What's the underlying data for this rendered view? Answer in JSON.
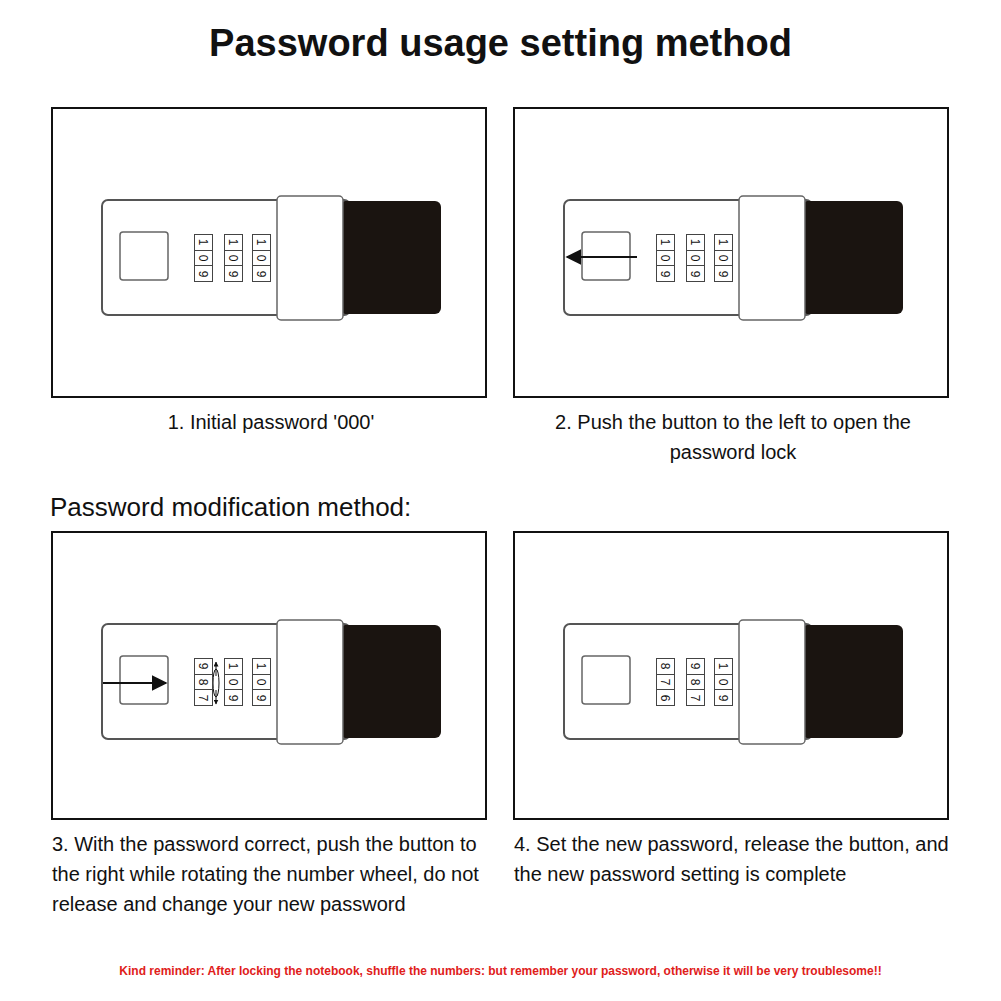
{
  "diagram": {
    "title": "Password usage setting method",
    "nodes": [
      {
        "text": [
          "1. Initial password '000'"
        ]
      },
      {
        "text": [
          "1",
          "0",
          "9"
        ],
        "in": 0
      },
      {
        "text": [
          "1",
          "0",
          "9"
        ],
        "in": 0
      },
      {
        "text": [
          "1",
          "0",
          "9"
        ],
        "in": 0
      },
      {
        "text": [
          "2. Push the button to the left to open the password lock"
        ]
      },
      {
        "text": [
          "1",
          "0",
          "9"
        ],
        "in": 4
      },
      {
        "text": [
          "1",
          "0",
          "9"
        ],
        "in": 4
      },
      {
        "text": [
          "1",
          "0",
          "9"
        ],
        "in": 4
      },
      {
        "text": [
          "3. With the password correct, push the button to the right while rotating the number wheel, do not release and change your new password"
        ]
      },
      {
        "text": [
          "9",
          "8",
          "7"
        ],
        "in": 8
      },
      {
        "text": [
          "1",
          "0",
          "9"
        ],
        "in": 8
      },
      {
        "text": [
          "1",
          "0",
          "9"
        ],
        "in": 8
      },
      {
        "text": [
          "4. Set the new password, release the button, and the new password setting is complete"
        ]
      },
      {
        "text": [
          "8",
          "7",
          "6"
        ],
        "in": 12
      },
      {
        "text": [
          "9",
          "8",
          "7"
        ],
        "in": 12
      },
      {
        "text": [
          "1",
          "0",
          "9"
        ],
        "in": 12
      }
    ],
    "labels": [
      "Password modification method:",
      "Kind reminder: After locking the notebook, shuffle the numbers: but remember your password, otherwise it will be very troublesome!!"
    ]
  }
}
